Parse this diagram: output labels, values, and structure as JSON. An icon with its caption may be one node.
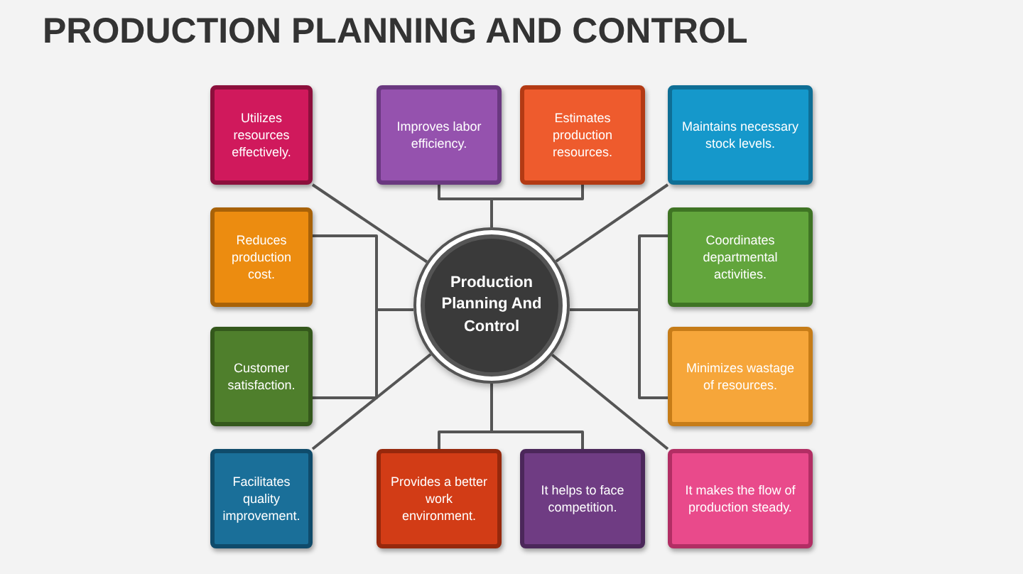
{
  "diagram": {
    "title": "PRODUCTION PLANNING AND CONTROL",
    "nodes": [
      {
        "text": [
          "Utilizes resources effectively."
        ]
      },
      {
        "text": [
          "Improves labor efficiency."
        ]
      },
      {
        "text": [
          "Estimates production resources."
        ]
      },
      {
        "text": [
          "Maintains necessary stock levels."
        ]
      },
      {
        "text": [
          "Reduces production cost."
        ]
      },
      {
        "text": [
          "Coordinates departmental activities."
        ]
      },
      {
        "text": [
          "Production Planning And Control"
        ]
      },
      {
        "text": [
          "Customer satisfaction."
        ]
      },
      {
        "text": [
          "Minimizes wastage of resources."
        ]
      },
      {
        "text": [
          "Facilitates quality improvement."
        ]
      },
      {
        "text": [
          "Provides a better work environment."
        ]
      },
      {
        "text": [
          "It helps to face competition."
        ]
      },
      {
        "text": [
          "It makes the flow of production steady."
        ]
      }
    ],
    "edges": [
      {
        "from": 0,
        "to": 6,
        "arrow": "none"
      },
      {
        "from": 1,
        "to": 6,
        "arrow": "none"
      },
      {
        "from": 2,
        "to": 6,
        "arrow": "none"
      },
      {
        "from": 3,
        "to": 6,
        "arrow": "none"
      },
      {
        "from": 4,
        "to": 6,
        "arrow": "none"
      },
      {
        "from": 5,
        "to": 6,
        "arrow": "none"
      },
      {
        "from": 7,
        "to": 6,
        "arrow": "none"
      },
      {
        "from": 8,
        "to": 6,
        "arrow": "none"
      },
      {
        "from": 9,
        "to": 6,
        "arrow": "none"
      },
      {
        "from": 10,
        "to": 6,
        "arrow": "none"
      },
      {
        "from": 11,
        "to": 6,
        "arrow": "none"
      },
      {
        "from": 12,
        "to": 6,
        "arrow": "none"
      }
    ]
  }
}
